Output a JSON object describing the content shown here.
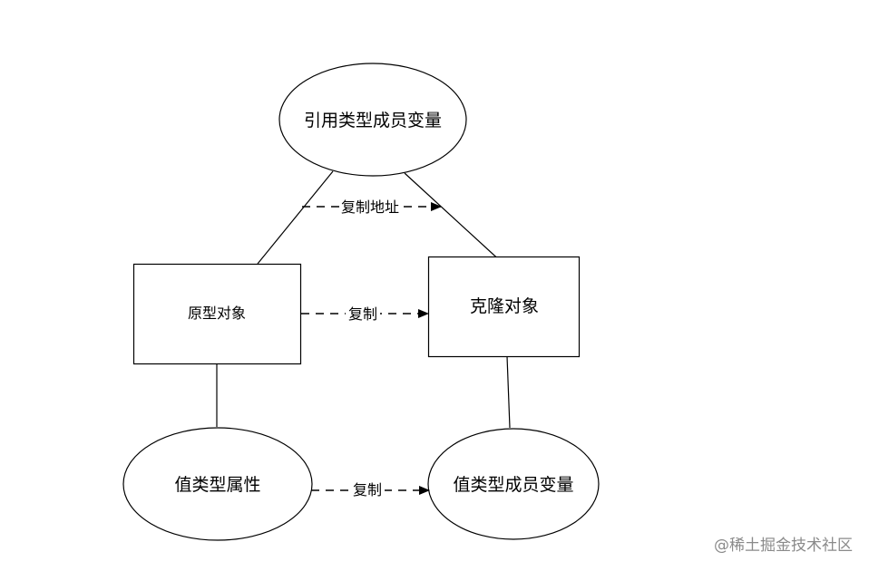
{
  "diagram": {
    "nodes": {
      "ref_member": {
        "label": "引用类型成员变量",
        "shape": "ellipse"
      },
      "prototype": {
        "label": "原型对象",
        "shape": "rectangle"
      },
      "clone": {
        "label": "克隆对象",
        "shape": "rectangle"
      },
      "value_attr": {
        "label": "值类型属性",
        "shape": "ellipse"
      },
      "value_member": {
        "label": "值类型成员变量",
        "shape": "ellipse"
      }
    },
    "edges": {
      "copy_address": {
        "label": "复制地址",
        "style": "dashed-arrow"
      },
      "copy_object": {
        "label": "复制",
        "style": "dashed-arrow"
      },
      "copy_value": {
        "label": "复制",
        "style": "dashed-arrow"
      }
    },
    "colors": {
      "stroke": "#000000",
      "background": "#ffffff"
    }
  },
  "watermark": {
    "text": "@稀土掘金技术社区",
    "color": "#8a8a8a"
  }
}
